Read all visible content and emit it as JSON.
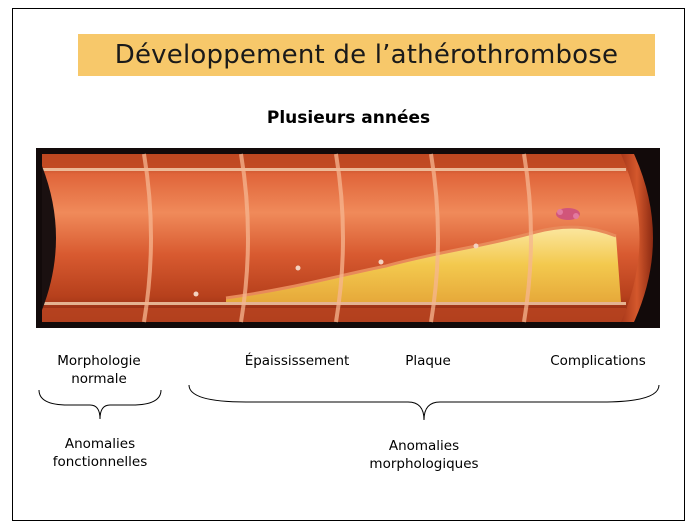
{
  "slide": {
    "title": "Développement de l’athérothrombose",
    "subtitle": "Plusieurs années"
  },
  "stages": [
    {
      "label_lines": [
        "Morphologie",
        "normale"
      ]
    },
    {
      "label_lines": [
        "Épaississement"
      ]
    },
    {
      "label_lines": [
        "Plaque"
      ]
    },
    {
      "label_lines": [
        "Complications"
      ]
    }
  ],
  "groups": [
    {
      "label_lines": [
        "Anomalies",
        "fonctionnelles"
      ]
    },
    {
      "label_lines": [
        "Anomalies",
        "morphologiques"
      ]
    }
  ],
  "colors": {
    "title_background": "#f7c86a",
    "artery_wall": "#c8471f",
    "plaque": "#f2c94c",
    "lumen_dark": "#1a1010"
  }
}
